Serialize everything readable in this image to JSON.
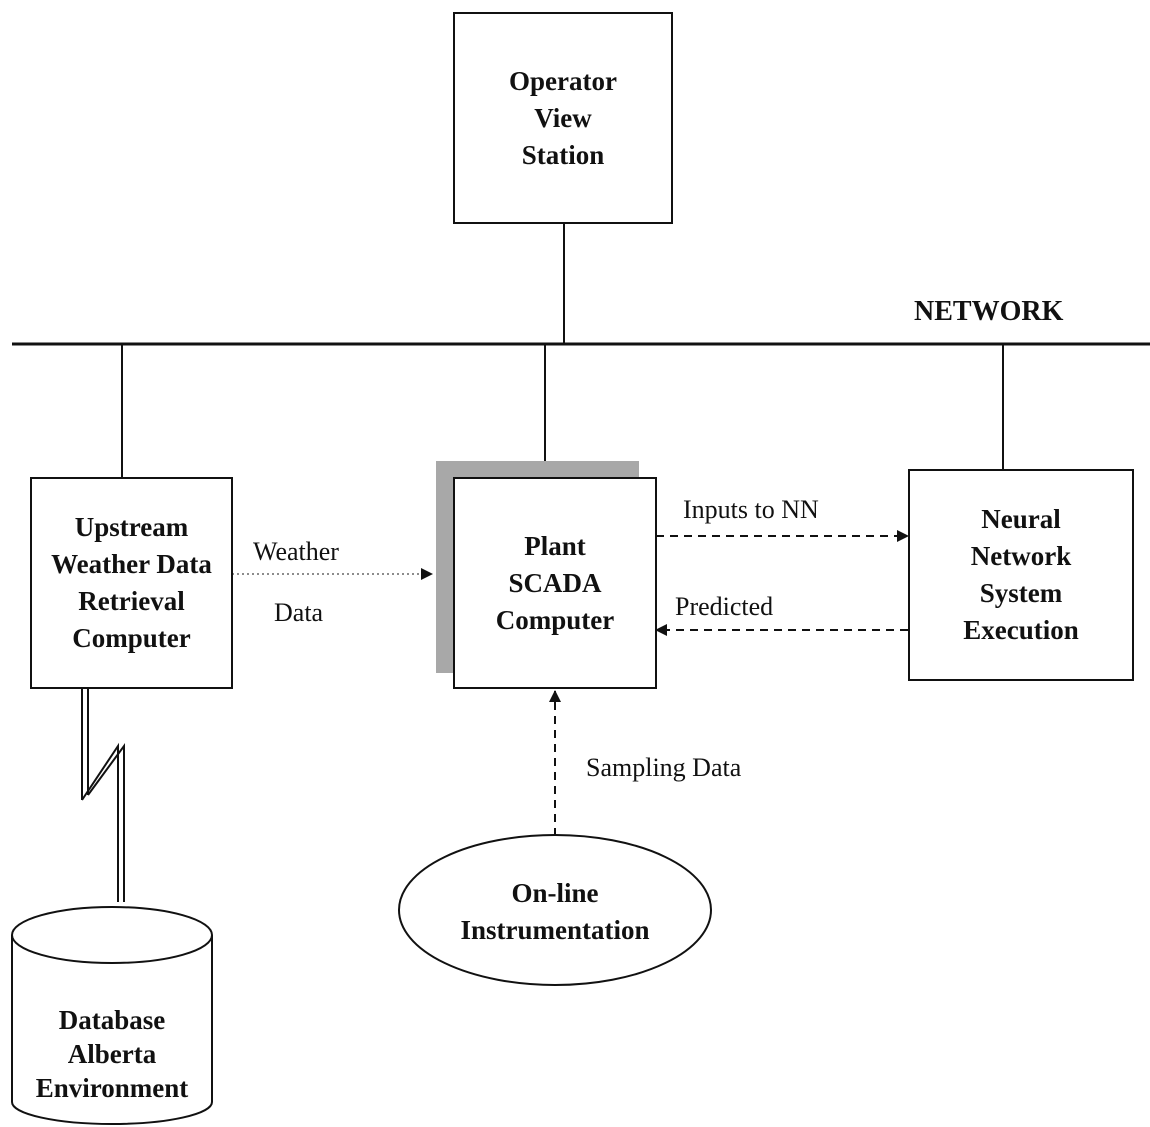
{
  "network_label": "NETWORK",
  "nodes": {
    "operator_view_station": "Operator\nView\nStation",
    "upstream_weather_computer": "Upstream\nWeather Data\nRetrieval\nComputer",
    "plant_scada_computer": "Plant\nSCADA\nComputer",
    "neural_network_system": "Neural\nNetwork\nSystem\nExecution",
    "online_instrumentation": "On-line\nInstrumentation",
    "database_alberta": "Database\nAlberta\nEnvironment"
  },
  "edges": {
    "weather_data_line1": "Weather",
    "weather_data_line2": "Data",
    "inputs_to_nn": "Inputs to NN",
    "predicted": "Predicted",
    "sampling_data": "Sampling Data"
  }
}
